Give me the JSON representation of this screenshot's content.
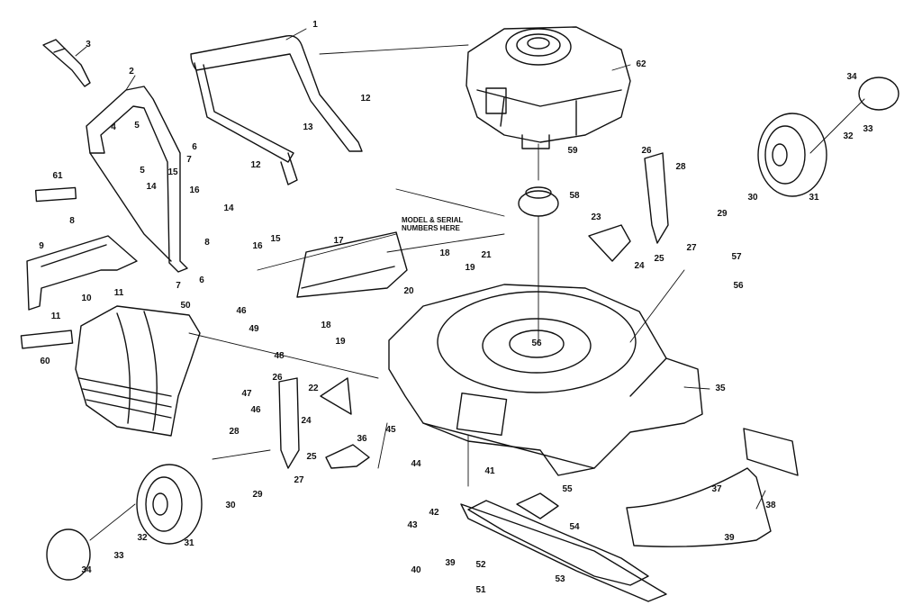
{
  "diagram": {
    "note": [
      "MODEL & SERIAL",
      "NUMBERS HERE"
    ],
    "part_labels": [
      "1",
      "2",
      "3",
      "4",
      "5",
      "5",
      "6",
      "6",
      "7",
      "7",
      "8",
      "8",
      "9",
      "10",
      "11",
      "11",
      "12",
      "12",
      "13",
      "14",
      "14",
      "15",
      "15",
      "16",
      "16",
      "17",
      "18",
      "18",
      "19",
      "19",
      "20",
      "21",
      "22",
      "23",
      "24",
      "24",
      "25",
      "25",
      "26",
      "26",
      "27",
      "27",
      "28",
      "28",
      "29",
      "29",
      "30",
      "30",
      "31",
      "31",
      "32",
      "32",
      "33",
      "33",
      "34",
      "34",
      "35",
      "36",
      "37",
      "38",
      "39",
      "39",
      "40",
      "41",
      "42",
      "43",
      "44",
      "45",
      "46",
      "46",
      "47",
      "48",
      "49",
      "50",
      "51",
      "52",
      "53",
      "54",
      "55",
      "56",
      "56",
      "57",
      "58",
      "59",
      "60",
      "61",
      "62"
    ]
  }
}
